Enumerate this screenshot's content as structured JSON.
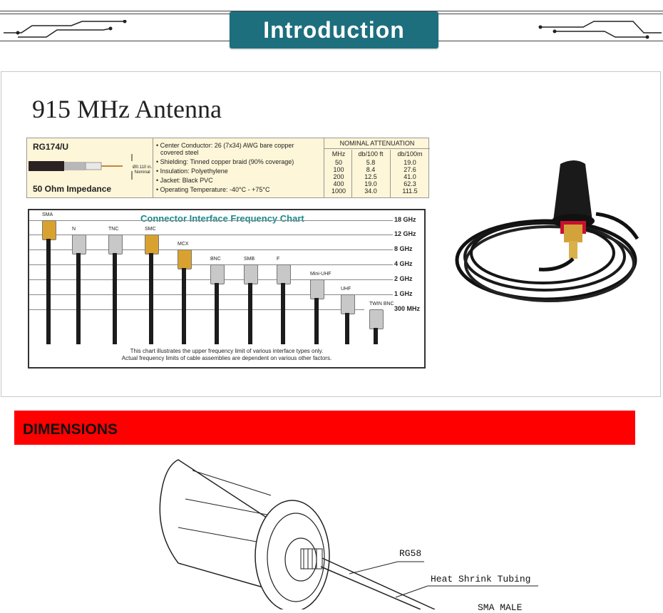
{
  "header": {
    "title": "Introduction"
  },
  "product": {
    "title": "915 MHz Antenna",
    "cable": {
      "type": "RG174/U",
      "impedance": "50 Ohm Impedance",
      "diameter_line1": "Ø0.110 in.",
      "diameter_line2": "Nominal",
      "specs": [
        "• Center Conductor: 26 (7x34) AWG bare copper",
        "  covered steel",
        "• Shielding: Tinned copper braid (90% coverage)",
        "• Insulation: Polyethylene",
        "• Jacket: Black PVC",
        "• Operating Temperature: -40°C - +75°C"
      ],
      "attenuation": {
        "heading": "NOMINAL ATTENUATION",
        "cols": [
          "MHz",
          "db/100 ft",
          "db/100m"
        ],
        "rows": [
          [
            "50",
            "5.8",
            "19.0"
          ],
          [
            "100",
            "8.4",
            "27.6"
          ],
          [
            "200",
            "12.5",
            "41.0"
          ],
          [
            "400",
            "19.0",
            "62.3"
          ],
          [
            "1000",
            "34.0",
            "111.5"
          ]
        ]
      }
    },
    "chart": {
      "title": "Connector Interface Frequency Chart",
      "frequencies": [
        "18 GHz",
        "12 GHz",
        "8 GHz",
        "4 GHz",
        "2 GHz",
        "1 GHz",
        "300 MHz"
      ],
      "connectors": [
        "SMA",
        "N",
        "TNC",
        "SMC",
        "MCX",
        "BNC",
        "SMB",
        "F",
        "Mini-UHF",
        "UHF",
        "TWIN BNC"
      ],
      "note_line1": "This chart illustrates the upper frequency limit of various interface types only.",
      "note_line2": "Actual frequency limits of cable assemblies are dependent on various other factors."
    }
  },
  "dimensions": {
    "title": "DIMENSIONS",
    "callouts": [
      "RG58",
      "Heat Shrink Tubing",
      "SMA MALE"
    ]
  },
  "colors": {
    "intro": "#1d6f7e",
    "dimensions_bar": "#ff0000",
    "chart_title": "#1a8a8a"
  }
}
